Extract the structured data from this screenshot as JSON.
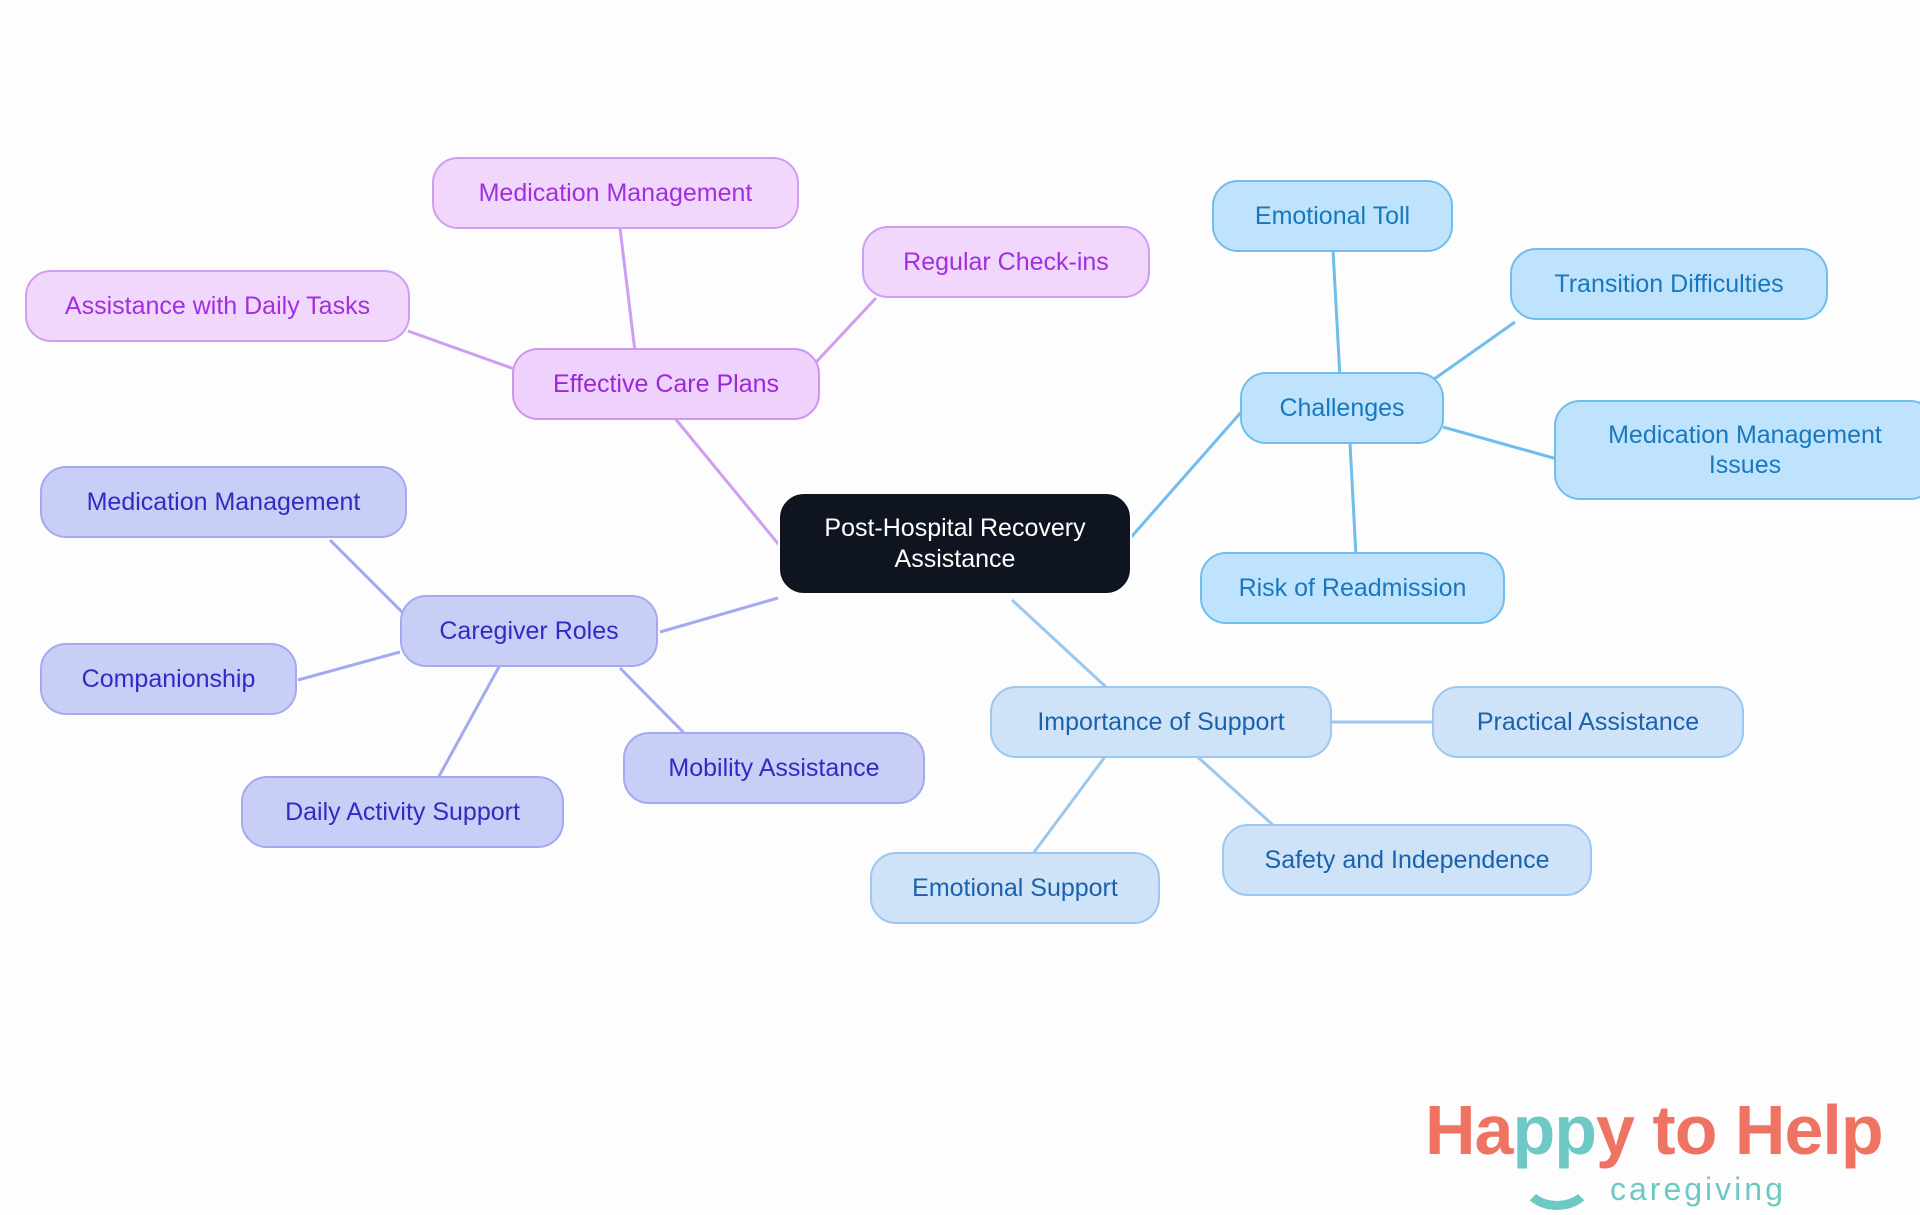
{
  "diagram": {
    "type": "mind-map",
    "title": "Post-Hospital Recovery Assistance",
    "background_color": "#fdfdfd"
  },
  "palette": {
    "root_fill": "#0e1420",
    "root_text": "#ffffff",
    "purple_fill": "#f0d7fb",
    "purple_border": "#cf9ef0",
    "purple_text": "#a22ee0",
    "periwinkle_fill": "#c9cef6",
    "periwinkle_border": "#a3aaef",
    "periwinkle_text": "#2f2bc4",
    "blue_fill": "#bfe3fc",
    "blue_border": "#70bdee",
    "blue_text": "#1878bf",
    "blue_soft_fill": "#cfe3f8",
    "blue_soft_border": "#9cc8ef",
    "blue_soft_text": "#1b62ad"
  },
  "nodes": {
    "root": {
      "label": "Post-Hospital Recovery\nAssistance"
    },
    "effective_care_plans": {
      "label": "Effective Care Plans"
    },
    "medication_management_purple": {
      "label": "Medication Management"
    },
    "regular_checkins": {
      "label": "Regular Check-ins"
    },
    "assistance_daily_tasks": {
      "label": "Assistance with Daily Tasks"
    },
    "caregiver_roles": {
      "label": "Caregiver Roles"
    },
    "medication_management_peri": {
      "label": "Medication Management"
    },
    "companionship": {
      "label": "Companionship"
    },
    "daily_activity_support": {
      "label": "Daily Activity Support"
    },
    "mobility_assistance": {
      "label": "Mobility Assistance"
    },
    "challenges": {
      "label": "Challenges"
    },
    "emotional_toll": {
      "label": "Emotional Toll"
    },
    "transition_difficulties": {
      "label": "Transition Difficulties"
    },
    "medication_management_issues": {
      "label": "Medication Management\nIssues"
    },
    "risk_of_readmission": {
      "label": "Risk of Readmission"
    },
    "importance_of_support": {
      "label": "Importance of Support"
    },
    "practical_assistance": {
      "label": "Practical Assistance"
    },
    "safety_and_independence": {
      "label": "Safety and Independence"
    },
    "emotional_support": {
      "label": "Emotional Support"
    }
  },
  "branches": [
    {
      "name": "Effective Care Plans",
      "color": "#cf9ef0",
      "children": [
        "Medication Management",
        "Regular Check-ins",
        "Assistance with Daily Tasks"
      ]
    },
    {
      "name": "Caregiver Roles",
      "color": "#a3aaef",
      "children": [
        "Medication Management",
        "Companionship",
        "Daily Activity Support",
        "Mobility Assistance"
      ]
    },
    {
      "name": "Challenges",
      "color": "#70bdee",
      "children": [
        "Emotional Toll",
        "Transition Difficulties",
        "Medication Management Issues",
        "Risk of Readmission"
      ]
    },
    {
      "name": "Importance of Support",
      "color": "#9cc8ef",
      "children": [
        "Practical Assistance",
        "Safety and Independence",
        "Emotional Support"
      ]
    }
  ],
  "logo": {
    "word1": "Ha",
    "word2": "pp",
    "word3": "y to Help",
    "tagline": "caregiving",
    "primary_color": "#ef7363",
    "accent_color": "#6ec9c4"
  }
}
